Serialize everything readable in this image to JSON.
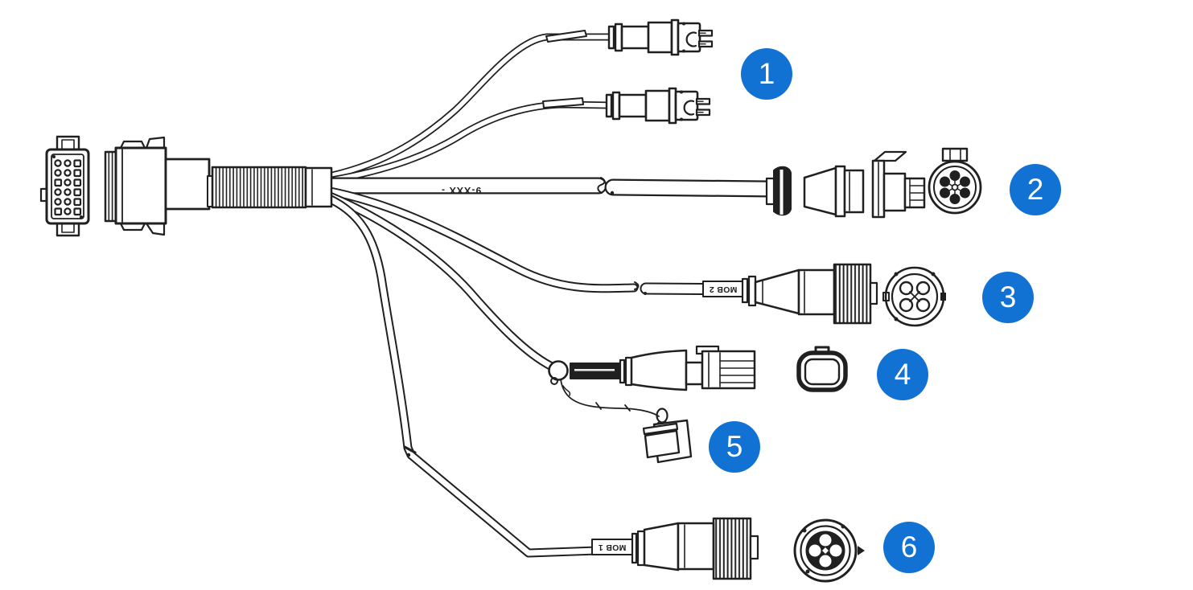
{
  "figure": {
    "kind": "wiring-harness-connector-diagram",
    "background_color": "#ffffff",
    "line_color": "#202020",
    "callout_color": "#1272d4",
    "callout_text_color": "#ffffff"
  },
  "callouts": [
    {
      "number": "1",
      "part": "two-pin-bullet-plug-pair"
    },
    {
      "number": "2",
      "part": "round-7-pin-connector"
    },
    {
      "number": "3",
      "part": "round-4-pin-knurled-connector"
    },
    {
      "number": "4",
      "part": "rectangular-plug-with-seal-ring"
    },
    {
      "number": "5",
      "part": "protective-cap-on-tether"
    },
    {
      "number": "6",
      "part": "round-4-pin-knurled-connector"
    }
  ],
  "cable_labels": [
    {
      "text": "9-XXX -",
      "rotation_deg": 180
    },
    {
      "text": "MOB 2",
      "rotation_deg": 180
    },
    {
      "text": "MOB 1",
      "rotation_deg": 180
    }
  ]
}
